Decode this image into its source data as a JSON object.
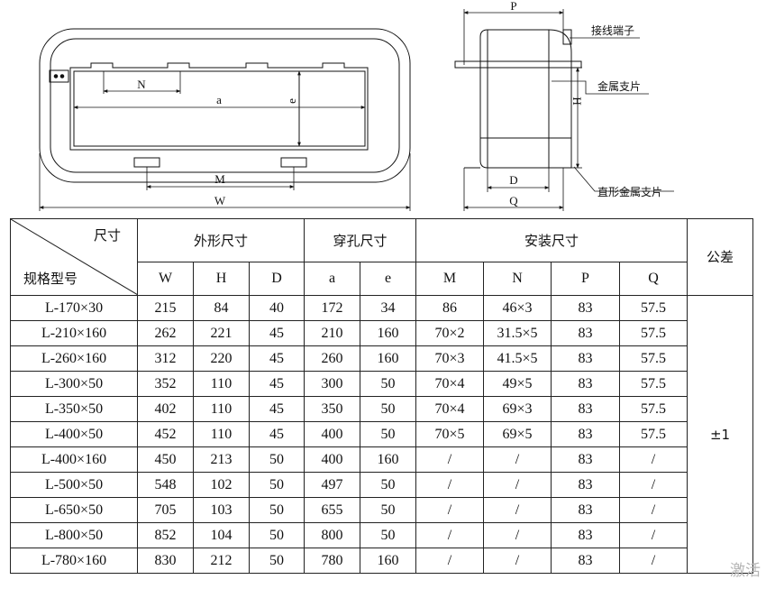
{
  "drawing": {
    "front_dims": {
      "N": "N",
      "a": "a",
      "e": "e",
      "M": "M",
      "W": "W"
    },
    "side_dims": {
      "P": "P",
      "H": "H",
      "D": "D",
      "Q": "Q"
    },
    "callouts": {
      "terminal": "接线端子",
      "metal_bracket": "金属支片",
      "straight_bracket": "直形金属支片"
    }
  },
  "table": {
    "corner_top": "尺寸",
    "corner_bottom": "规格型号",
    "groups": {
      "outer": "外形尺寸",
      "hole": "穿孔尺寸",
      "mount": "安装尺寸",
      "tolerance": "公差"
    },
    "columns": [
      "W",
      "H",
      "D",
      "a",
      "e",
      "M",
      "N",
      "P",
      "Q"
    ],
    "tolerance_value": "±1",
    "rows": [
      {
        "model": "L-170×30",
        "W": "215",
        "H": "84",
        "D": "40",
        "a": "172",
        "e": "34",
        "M": "86",
        "N": "46×3",
        "P": "83",
        "Q": "57.5"
      },
      {
        "model": "L-210×160",
        "W": "262",
        "H": "221",
        "D": "45",
        "a": "210",
        "e": "160",
        "M": "70×2",
        "N": "31.5×5",
        "P": "83",
        "Q": "57.5"
      },
      {
        "model": "L-260×160",
        "W": "312",
        "H": "220",
        "D": "45",
        "a": "260",
        "e": "160",
        "M": "70×3",
        "N": "41.5×5",
        "P": "83",
        "Q": "57.5"
      },
      {
        "model": "L-300×50",
        "W": "352",
        "H": "110",
        "D": "45",
        "a": "300",
        "e": "50",
        "M": "70×4",
        "N": "49×5",
        "P": "83",
        "Q": "57.5"
      },
      {
        "model": "L-350×50",
        "W": "402",
        "H": "110",
        "D": "45",
        "a": "350",
        "e": "50",
        "M": "70×4",
        "N": "69×3",
        "P": "83",
        "Q": "57.5"
      },
      {
        "model": "L-400×50",
        "W": "452",
        "H": "110",
        "D": "45",
        "a": "400",
        "e": "50",
        "M": "70×5",
        "N": "69×5",
        "P": "83",
        "Q": "57.5"
      },
      {
        "model": "L-400×160",
        "W": "450",
        "H": "213",
        "D": "50",
        "a": "400",
        "e": "160",
        "M": "/",
        "N": "/",
        "P": "83",
        "Q": "/"
      },
      {
        "model": "L-500×50",
        "W": "548",
        "H": "102",
        "D": "50",
        "a": "497",
        "e": "50",
        "M": "/",
        "N": "/",
        "P": "83",
        "Q": "/"
      },
      {
        "model": "L-650×50",
        "W": "705",
        "H": "103",
        "D": "50",
        "a": "655",
        "e": "50",
        "M": "/",
        "N": "/",
        "P": "83",
        "Q": "/"
      },
      {
        "model": "L-800×50",
        "W": "852",
        "H": "104",
        "D": "50",
        "a": "800",
        "e": "50",
        "M": "/",
        "N": "/",
        "P": "83",
        "Q": "/"
      },
      {
        "model": "L-780×160",
        "W": "830",
        "H": "212",
        "D": "50",
        "a": "780",
        "e": "160",
        "M": "/",
        "N": "/",
        "P": "83",
        "Q": "/"
      }
    ]
  },
  "watermark": "激活"
}
